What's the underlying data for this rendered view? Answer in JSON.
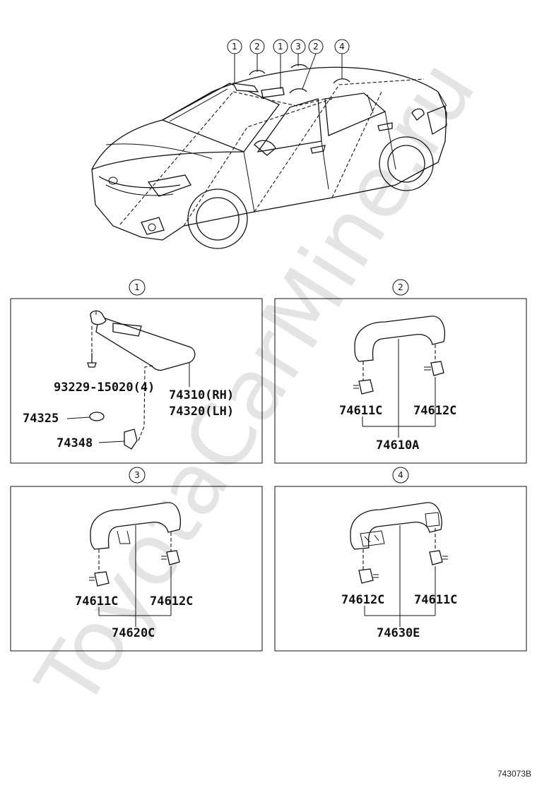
{
  "watermark": "ToyotaCarMine.ru",
  "car_callouts": [
    "1",
    "2",
    "1",
    "3",
    "2",
    "4"
  ],
  "sections": [
    {
      "number": "1",
      "labels": {
        "screw": "93229-15020(4)",
        "visor_rh": "74310(RH)",
        "visor_lh": "74320(LH)",
        "washer": "74325",
        "holder": "74348"
      }
    },
    {
      "number": "2",
      "labels": {
        "left_cap": "74611C",
        "right_cap": "74612C",
        "assembly": "74610A"
      }
    },
    {
      "number": "3",
      "labels": {
        "left_cap": "74611C",
        "right_cap": "74612C",
        "assembly": "74620C"
      }
    },
    {
      "number": "4",
      "labels": {
        "left_cap": "74612C",
        "right_cap": "74611C",
        "assembly": "74630E"
      }
    }
  ],
  "reference_code": "743073B"
}
